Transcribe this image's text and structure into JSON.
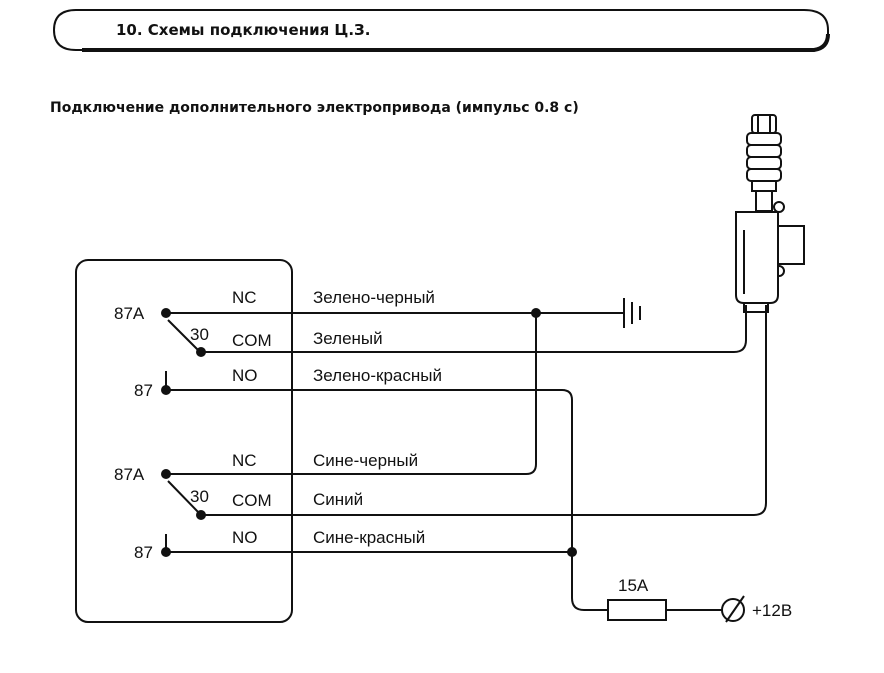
{
  "header": {
    "title": "10. Схемы подключения Ц.З."
  },
  "subtitle": "Подключение дополнительного электропривода (импульс 0.8 с)",
  "relay1": {
    "pin_87a": "87A",
    "pin_30": "30",
    "pin_87": "87",
    "nc": "NC",
    "com": "COM",
    "no": "NO",
    "wire_nc": "Зелено-черный",
    "wire_com": "Зеленый",
    "wire_no": "Зелено-красный"
  },
  "relay2": {
    "pin_87a": "87A",
    "pin_30": "30",
    "pin_87": "87",
    "nc": "NC",
    "com": "COM",
    "no": "NO",
    "wire_nc": "Сине-черный",
    "wire_com": "Синий",
    "wire_no": "Сине-красный"
  },
  "fuse": {
    "label": "15A"
  },
  "power": {
    "label": "+12В"
  },
  "icons": {
    "ground": "ground-icon",
    "actuator": "door-lock-actuator-icon",
    "fuse": "fuse-icon",
    "power": "power-terminal-icon"
  }
}
